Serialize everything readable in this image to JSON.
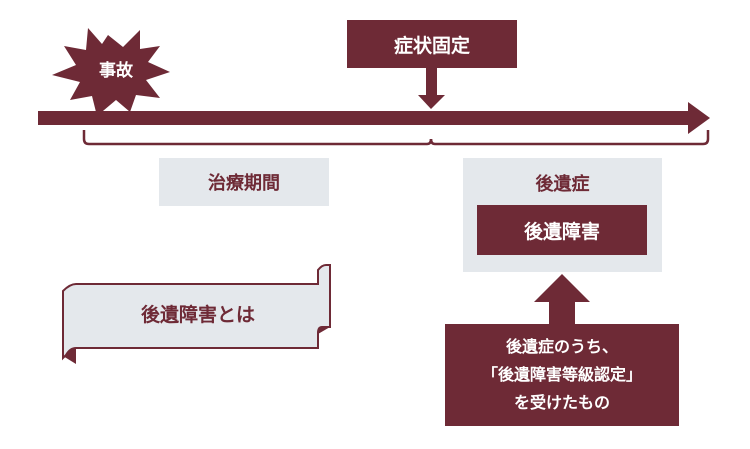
{
  "diagram": {
    "accident_label": "事故",
    "fixed_label": "症状固定",
    "treatment_label": "治療期間",
    "aftereffect_label": "後遺症",
    "disability_label": "後遺障害",
    "scroll_label": "後遺障害とは",
    "callout_lines": [
      "後遺症のうち、",
      "「後遺障害等級認定」",
      "を受けたもの"
    ],
    "colors": {
      "maroon": "#6e2a36",
      "grey": "#e4e8ec",
      "white": "#ffffff"
    }
  }
}
